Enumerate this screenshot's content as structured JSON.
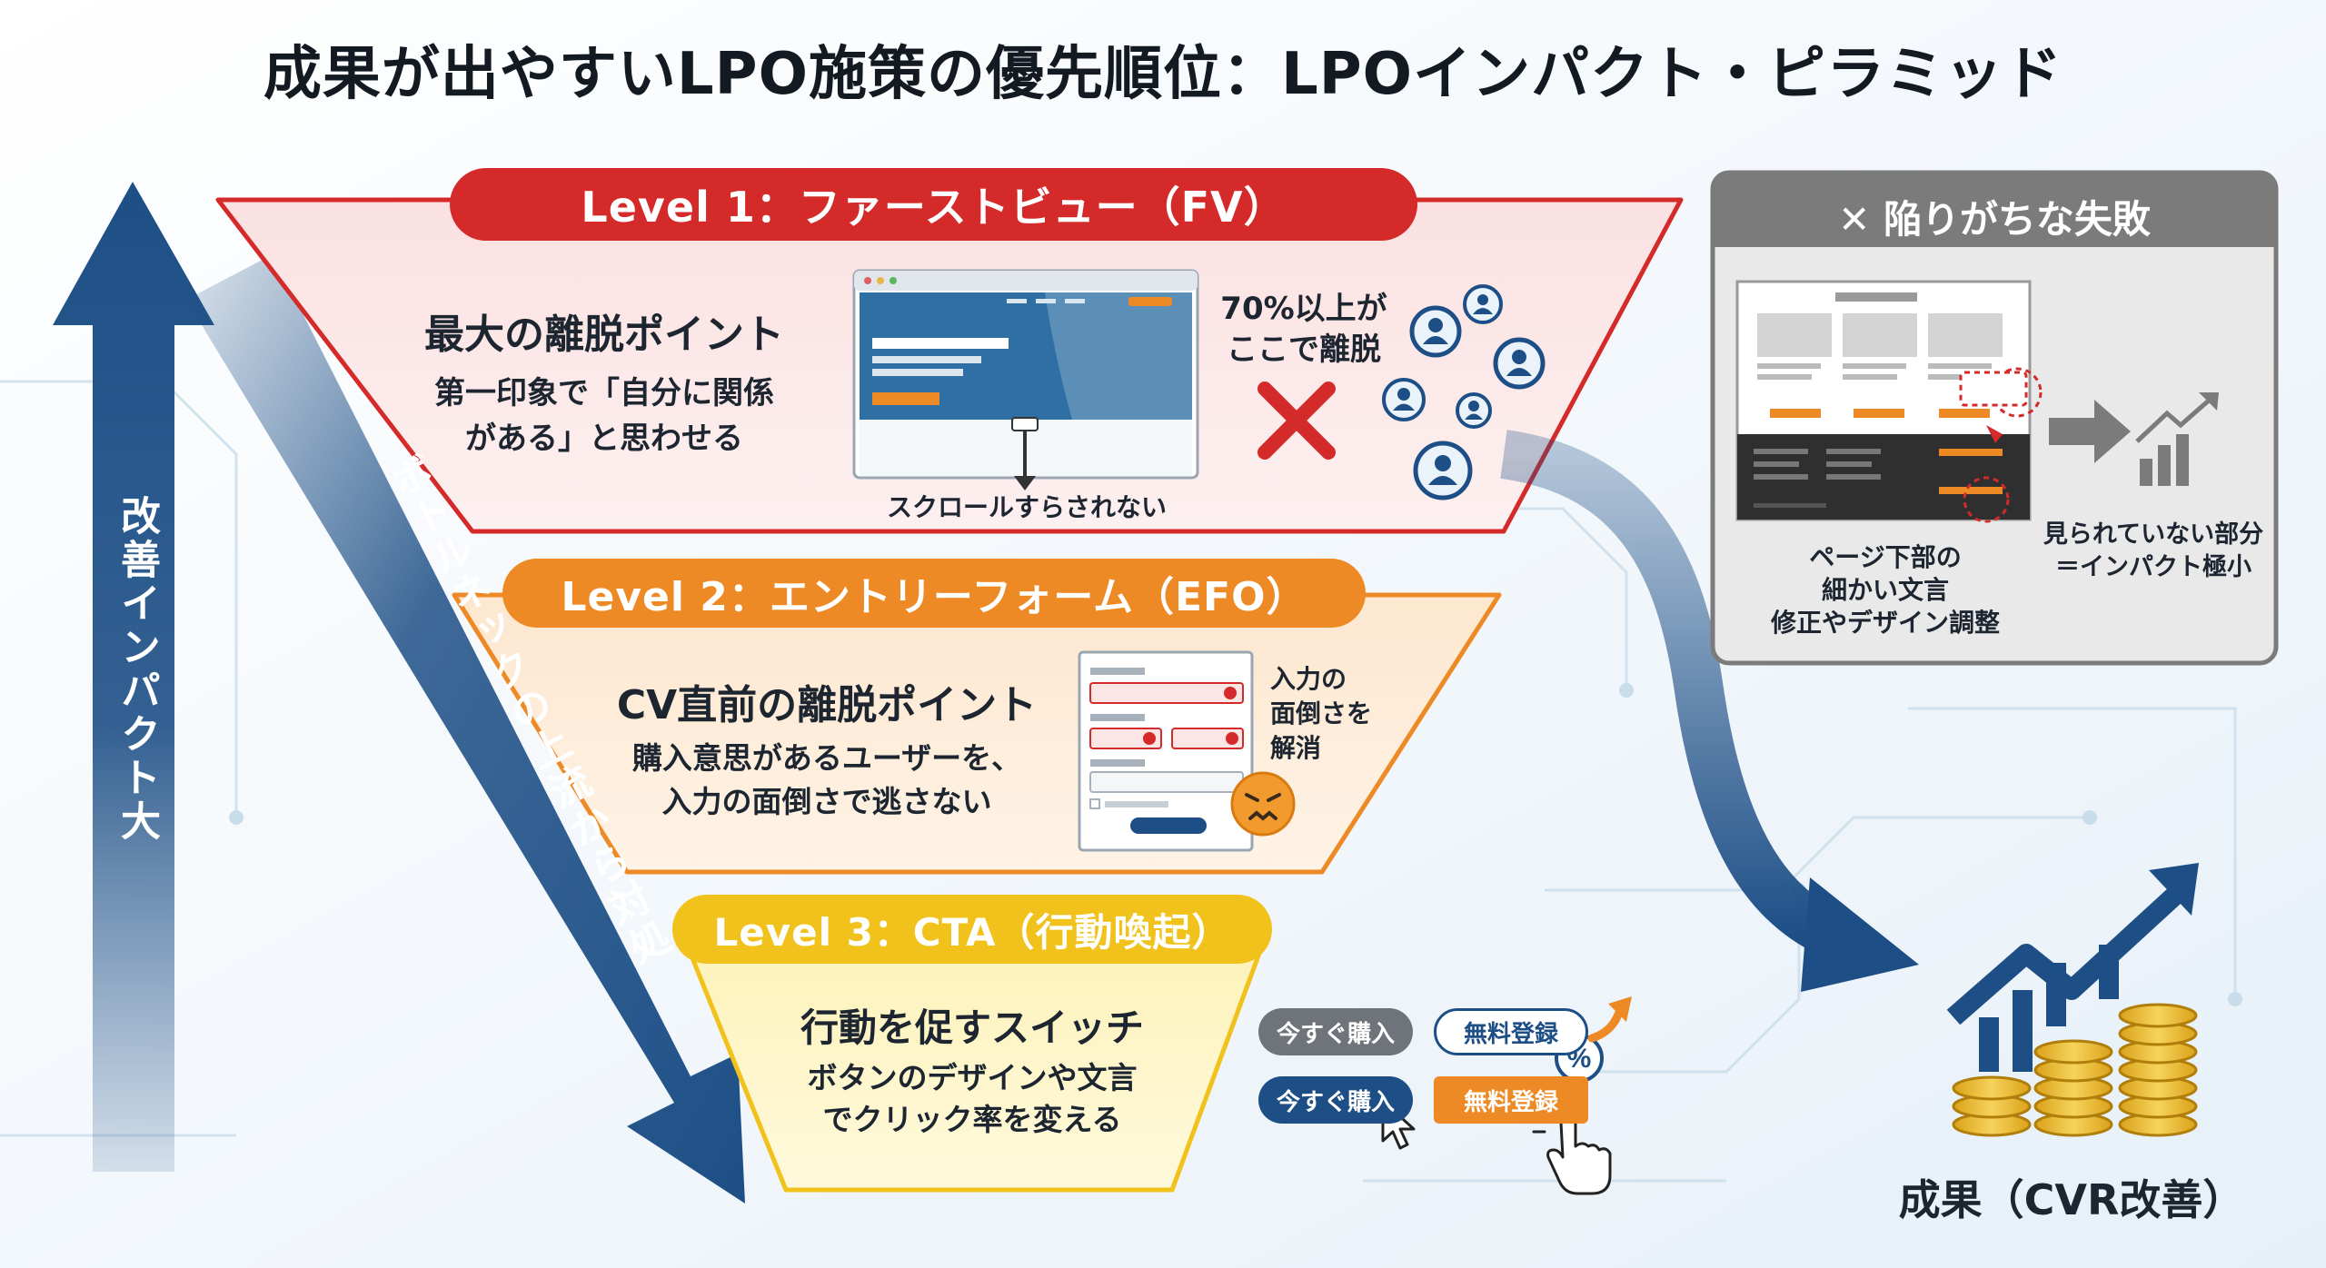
{
  "title": "成果が出やすいLPO施策の優先順位：LPOインパクト・ピラミッド",
  "side_labels": {
    "left_arrow": "改善インパクト大",
    "diagonal_arrow": "ボトルネックの上流から対処"
  },
  "levels": [
    {
      "header": "Level 1：ファーストビュー（FV）",
      "headline": "最大の離脱ポイント",
      "desc_line1": "第一印象で「自分に関係",
      "desc_line2": "がある」と思わせる",
      "caption": "スクロールすらされない",
      "stat_line1": "70%以上が",
      "stat_line2": "ここで離脱",
      "color": "#d42a2a"
    },
    {
      "header": "Level 2：エントリーフォーム（EFO）",
      "headline": "CV直前の離脱ポイント",
      "desc_line1": "購入意思があるユーザーを、",
      "desc_line2": "入力の面倒さで逃さない",
      "note_line1": "入力の",
      "note_line2": "面倒さを",
      "note_line3": "解消",
      "color": "#ee8a25"
    },
    {
      "header": "Level 3：CTA（行動喚起）",
      "headline": "行動を促すスイッチ",
      "desc_line1": "ボタンのデザインや文言",
      "desc_line2": "でクリック率を変える",
      "color": "#f1c21b"
    }
  ],
  "cta_buttons": {
    "buy_now_1": "今すぐ購入",
    "signup_1": "無料登録",
    "buy_now_2": "今すぐ購入",
    "signup_2": "無料登録"
  },
  "pitfall": {
    "header": "✕ 陥りがちな失敗",
    "left_caption_line1": "ページ下部の",
    "left_caption_line2": "細かい文言",
    "left_caption_line3": "修正やデザイン調整",
    "right_caption_line1": "見られていない部分",
    "right_caption_line2": "＝インパクト極小"
  },
  "result": {
    "label": "成果（CVR改善）"
  },
  "colors": {
    "navy": "#1d4f86",
    "red": "#d42a2a",
    "orange": "#ee8a25",
    "yellow": "#f1c21b",
    "gray": "#7b7b7b"
  }
}
